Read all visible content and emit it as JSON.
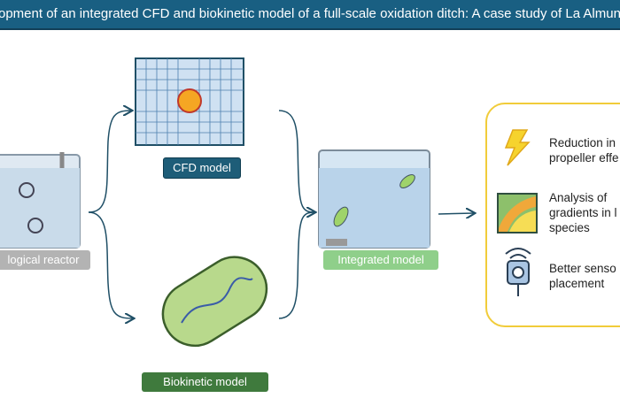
{
  "header": {
    "title": "opment of an integrated CFD and biokinetic model of a full-scale oxidation ditch: A case study of La Almunia "
  },
  "labels": {
    "reactor": "logical reactor",
    "cfd": "CFD model",
    "biokinetic": "Biokinetic model",
    "integrated": "Integrated model"
  },
  "outcomes": [
    {
      "icon": "lightning-icon",
      "text": [
        "Reduction in",
        "propeller effe"
      ]
    },
    {
      "icon": "gradient-map-icon",
      "text": [
        "Analysis of",
        "gradients in l",
        "species"
      ]
    },
    {
      "icon": "sensor-icon",
      "text": [
        "Better senso",
        "placement"
      ]
    }
  ],
  "colors": {
    "header": "#195f82",
    "cfd": "#1e5d78",
    "biokinetic": "#3f7a3d",
    "integrated": "#8fcf8a",
    "reactor": "#b3b3b3",
    "panel": "#f1cc3a"
  }
}
